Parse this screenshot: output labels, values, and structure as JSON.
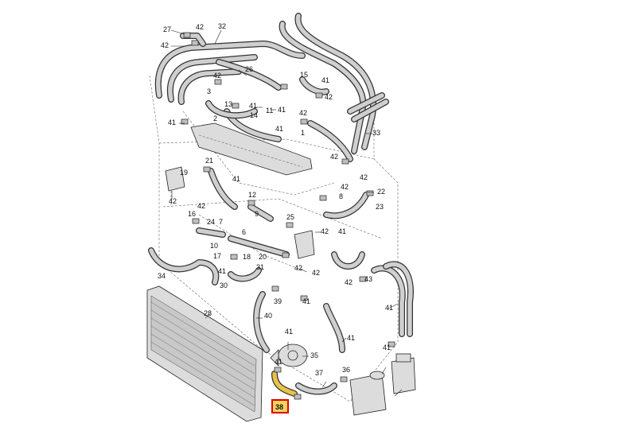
{
  "diagram": {
    "highlight": {
      "label": "38",
      "box_color": "#e00000",
      "hose_color": "#e8c34a"
    },
    "labels": [
      "27",
      "42",
      "32",
      "42",
      "26",
      "15",
      "41",
      "42",
      "3",
      "13",
      "41",
      "11",
      "41",
      "41",
      "2",
      "14",
      "42",
      "33",
      "41",
      "42",
      "1",
      "42",
      "21",
      "41",
      "19",
      "42",
      "8",
      "22",
      "23",
      "42",
      "42",
      "42",
      "9",
      "12",
      "16",
      "25",
      "24",
      "7",
      "6",
      "42",
      "41",
      "10",
      "17",
      "18",
      "20",
      "31",
      "42",
      "42",
      "42",
      "34",
      "41",
      "30",
      "43",
      "41",
      "41",
      "28",
      "40",
      "39",
      "41",
      "41",
      "41",
      "35",
      "37",
      "36",
      "41"
    ]
  }
}
